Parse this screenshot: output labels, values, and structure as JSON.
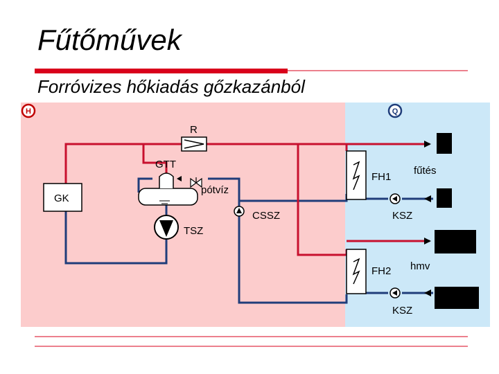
{
  "title": "Fűtőművek",
  "subtitle": "Forróvizes hőkiadás gőzkazánból",
  "colors": {
    "accent_red": "#d9001b",
    "hot_pipe": "#c8102e",
    "cold_pipe": "#1f3d7a",
    "left_zone": "#fccccc",
    "right_zone": "#cce8f8"
  },
  "zones": {
    "left_symbol": "H",
    "right_symbol": "Q"
  },
  "labels": {
    "R": "R",
    "GTT": "GTT",
    "GK": "GK",
    "potviz": "pótvíz",
    "CSSZ": "CSSZ",
    "TSZ": "TSZ",
    "FH1": "FH1",
    "futes": "fűtés",
    "KSZ1": "KSZ",
    "FH2": "FH2",
    "hmv": "hmv",
    "KSZ2": "KSZ"
  }
}
